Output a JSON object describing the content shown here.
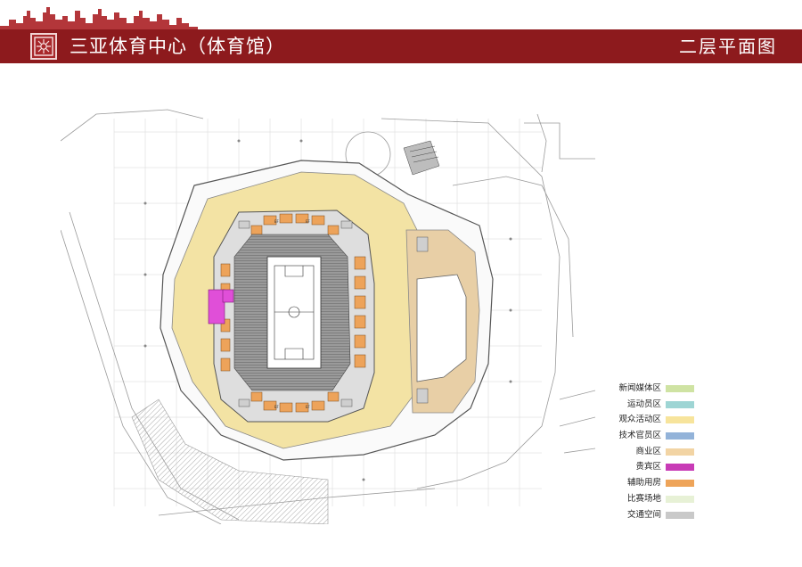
{
  "header": {
    "title": "三亚体育中心（体育馆）",
    "floor_label": "二层平面图"
  },
  "plan": {
    "court_labels": [
      "EF",
      "EF",
      "EF",
      "EF"
    ]
  },
  "legend": {
    "items": [
      {
        "label": "新闻媒体区",
        "color": "#cfe3a3"
      },
      {
        "label": "运动员区",
        "color": "#9ed5d4"
      },
      {
        "label": "观众活动区",
        "color": "#f7e49c"
      },
      {
        "label": "技术官员区",
        "color": "#93b3d9"
      },
      {
        "label": "商业区",
        "color": "#f2d4a4"
      },
      {
        "label": "贵宾区",
        "color": "#c83bb6"
      },
      {
        "label": "辅助用房",
        "color": "#eea459"
      },
      {
        "label": "比赛场地",
        "color": "#e7f1d6"
      },
      {
        "label": "交通空间",
        "color": "#c9c9c9"
      }
    ]
  },
  "colors": {
    "header_bg": "#8d1a1d",
    "concourse": "#f3e3a4",
    "commercial": "#e8cfa6",
    "auxiliary": "#eda35a",
    "vip": "#e04fd8"
  }
}
